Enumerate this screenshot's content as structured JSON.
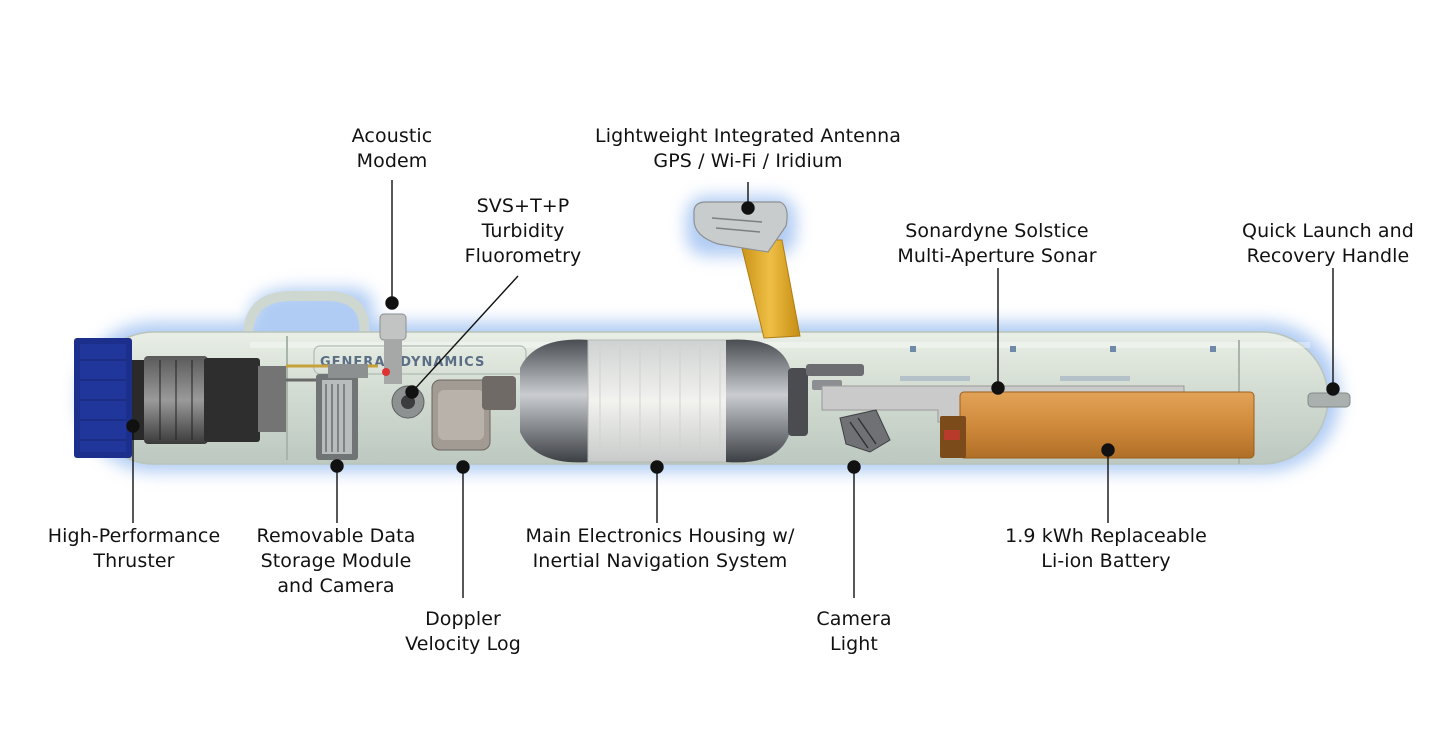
{
  "brand_text": "GENERAL DYNAMICS",
  "colors": {
    "hull": "#d3dcd2",
    "hull_glow": "#9ec0f0",
    "thruster": "#1c2f8c",
    "battery": "#d08a3c",
    "antenna_mast": "#e1aa2c",
    "sonar": "#c9c9c9",
    "leader": "#111111"
  },
  "labels": {
    "acoustic_modem": [
      "Acoustic",
      "Modem"
    ],
    "svs": [
      "SVS+T+P",
      "Turbidity",
      "Fluorometry"
    ],
    "antenna": [
      "Lightweight Integrated Antenna",
      "GPS / Wi-Fi / Iridium"
    ],
    "sonar": [
      "Sonardyne Solstice",
      "Multi-Aperture Sonar"
    ],
    "handle": [
      "Quick Launch and",
      "Recovery Handle"
    ],
    "thruster": [
      "High-Performance",
      "Thruster"
    ],
    "storage": [
      "Removable Data",
      "Storage Module",
      "and Camera"
    ],
    "dvl": [
      "Doppler",
      "Velocity Log"
    ],
    "electronics": [
      "Main Electronics Housing w/",
      "Inertial Navigation System"
    ],
    "camera_light": [
      "Camera",
      "Light"
    ],
    "battery": [
      "1.9 kWh Replaceable",
      "Li-ion Battery"
    ]
  }
}
